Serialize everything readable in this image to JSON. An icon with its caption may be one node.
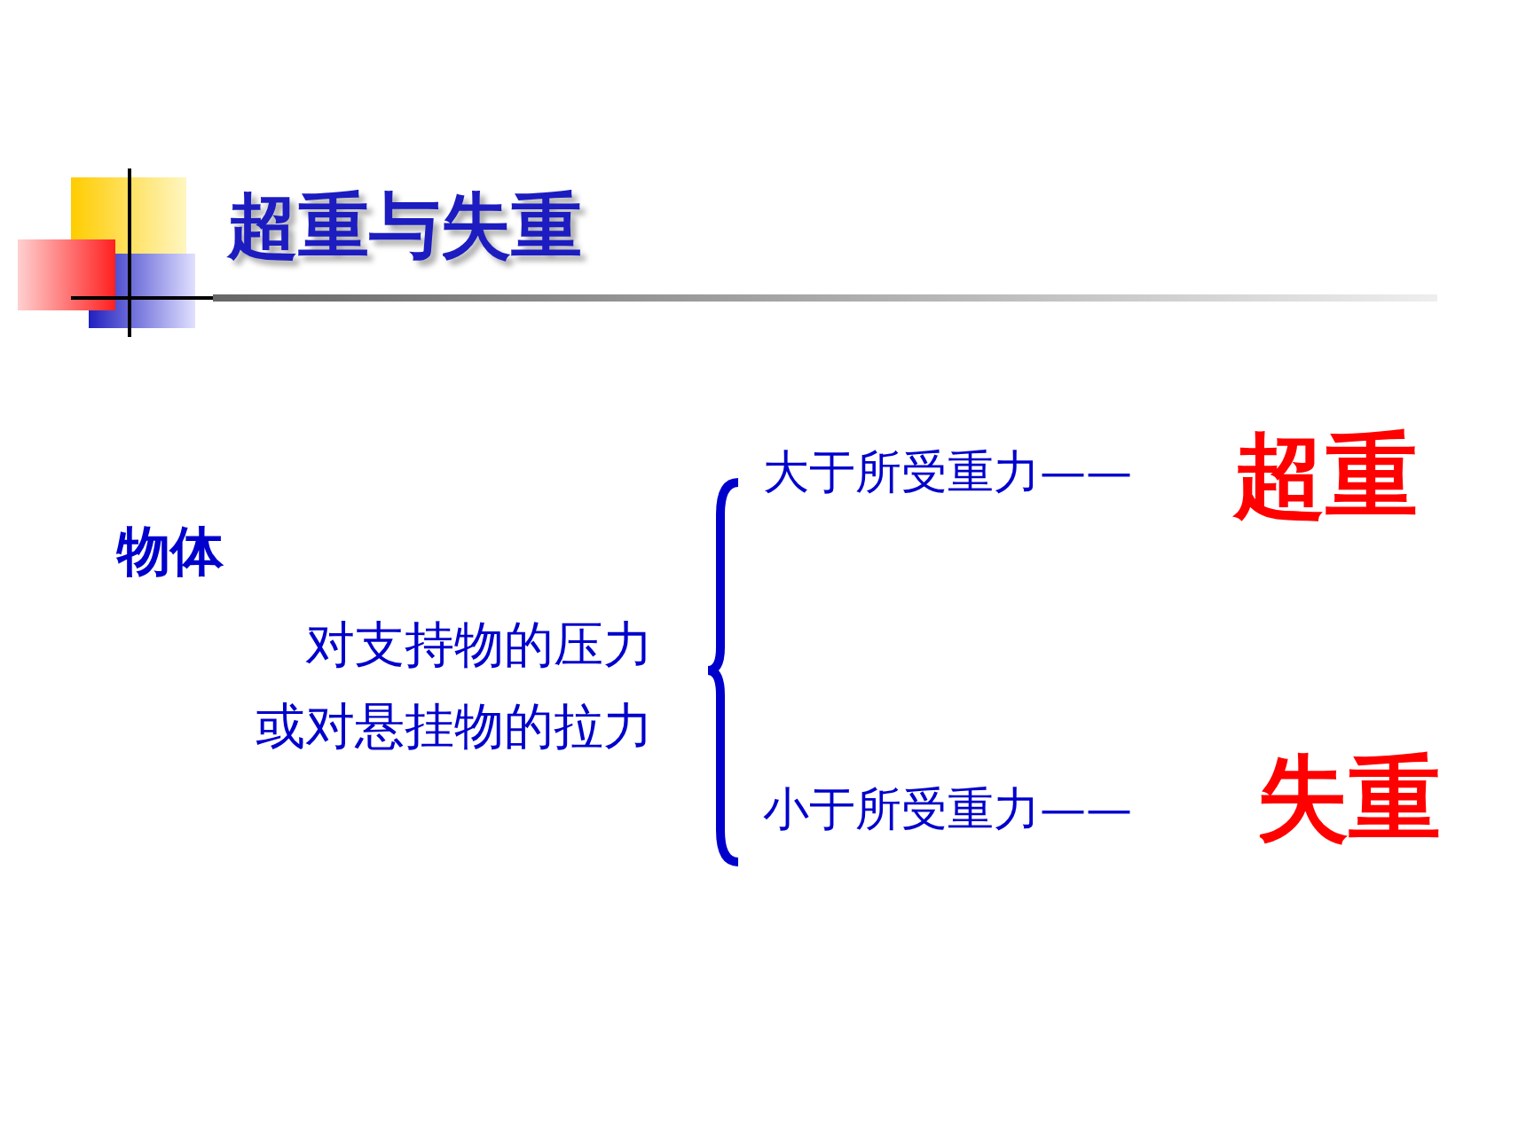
{
  "diagram": {
    "title": "超重与失重",
    "labels": [
      "物体",
      "对支持物的压力",
      "或对悬挂物的拉力",
      "大于所受重力——",
      "超重",
      "小于所受重力——",
      "失重"
    ]
  }
}
